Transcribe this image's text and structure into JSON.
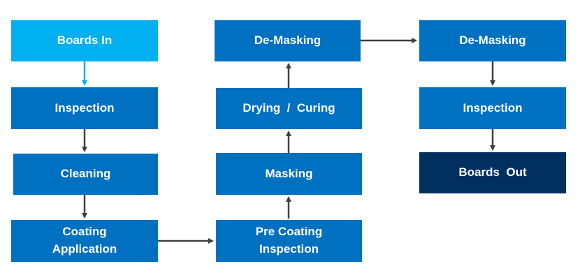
{
  "colors": {
    "start": "#00B0F0",
    "step": "#0070C0",
    "end": "#002F60",
    "arrow_dark": "#3F3F3F",
    "arrow_light": "#00B0F0"
  },
  "steps": {
    "boards_in": "Boards In",
    "inspection_1": "Inspection",
    "cleaning": "Cleaning",
    "coating_application_line1": "Coating",
    "coating_application_line2": "Application",
    "pre_coating_inspection_line1": "Pre Coating",
    "pre_coating_inspection_line2": "Inspection",
    "masking": "Masking",
    "drying_curing": "Drying  /  Curing",
    "de_masking_1": "De-Masking",
    "de_masking_2": "De-Masking",
    "inspection_2": "Inspection",
    "boards_out": "Boards  Out"
  }
}
